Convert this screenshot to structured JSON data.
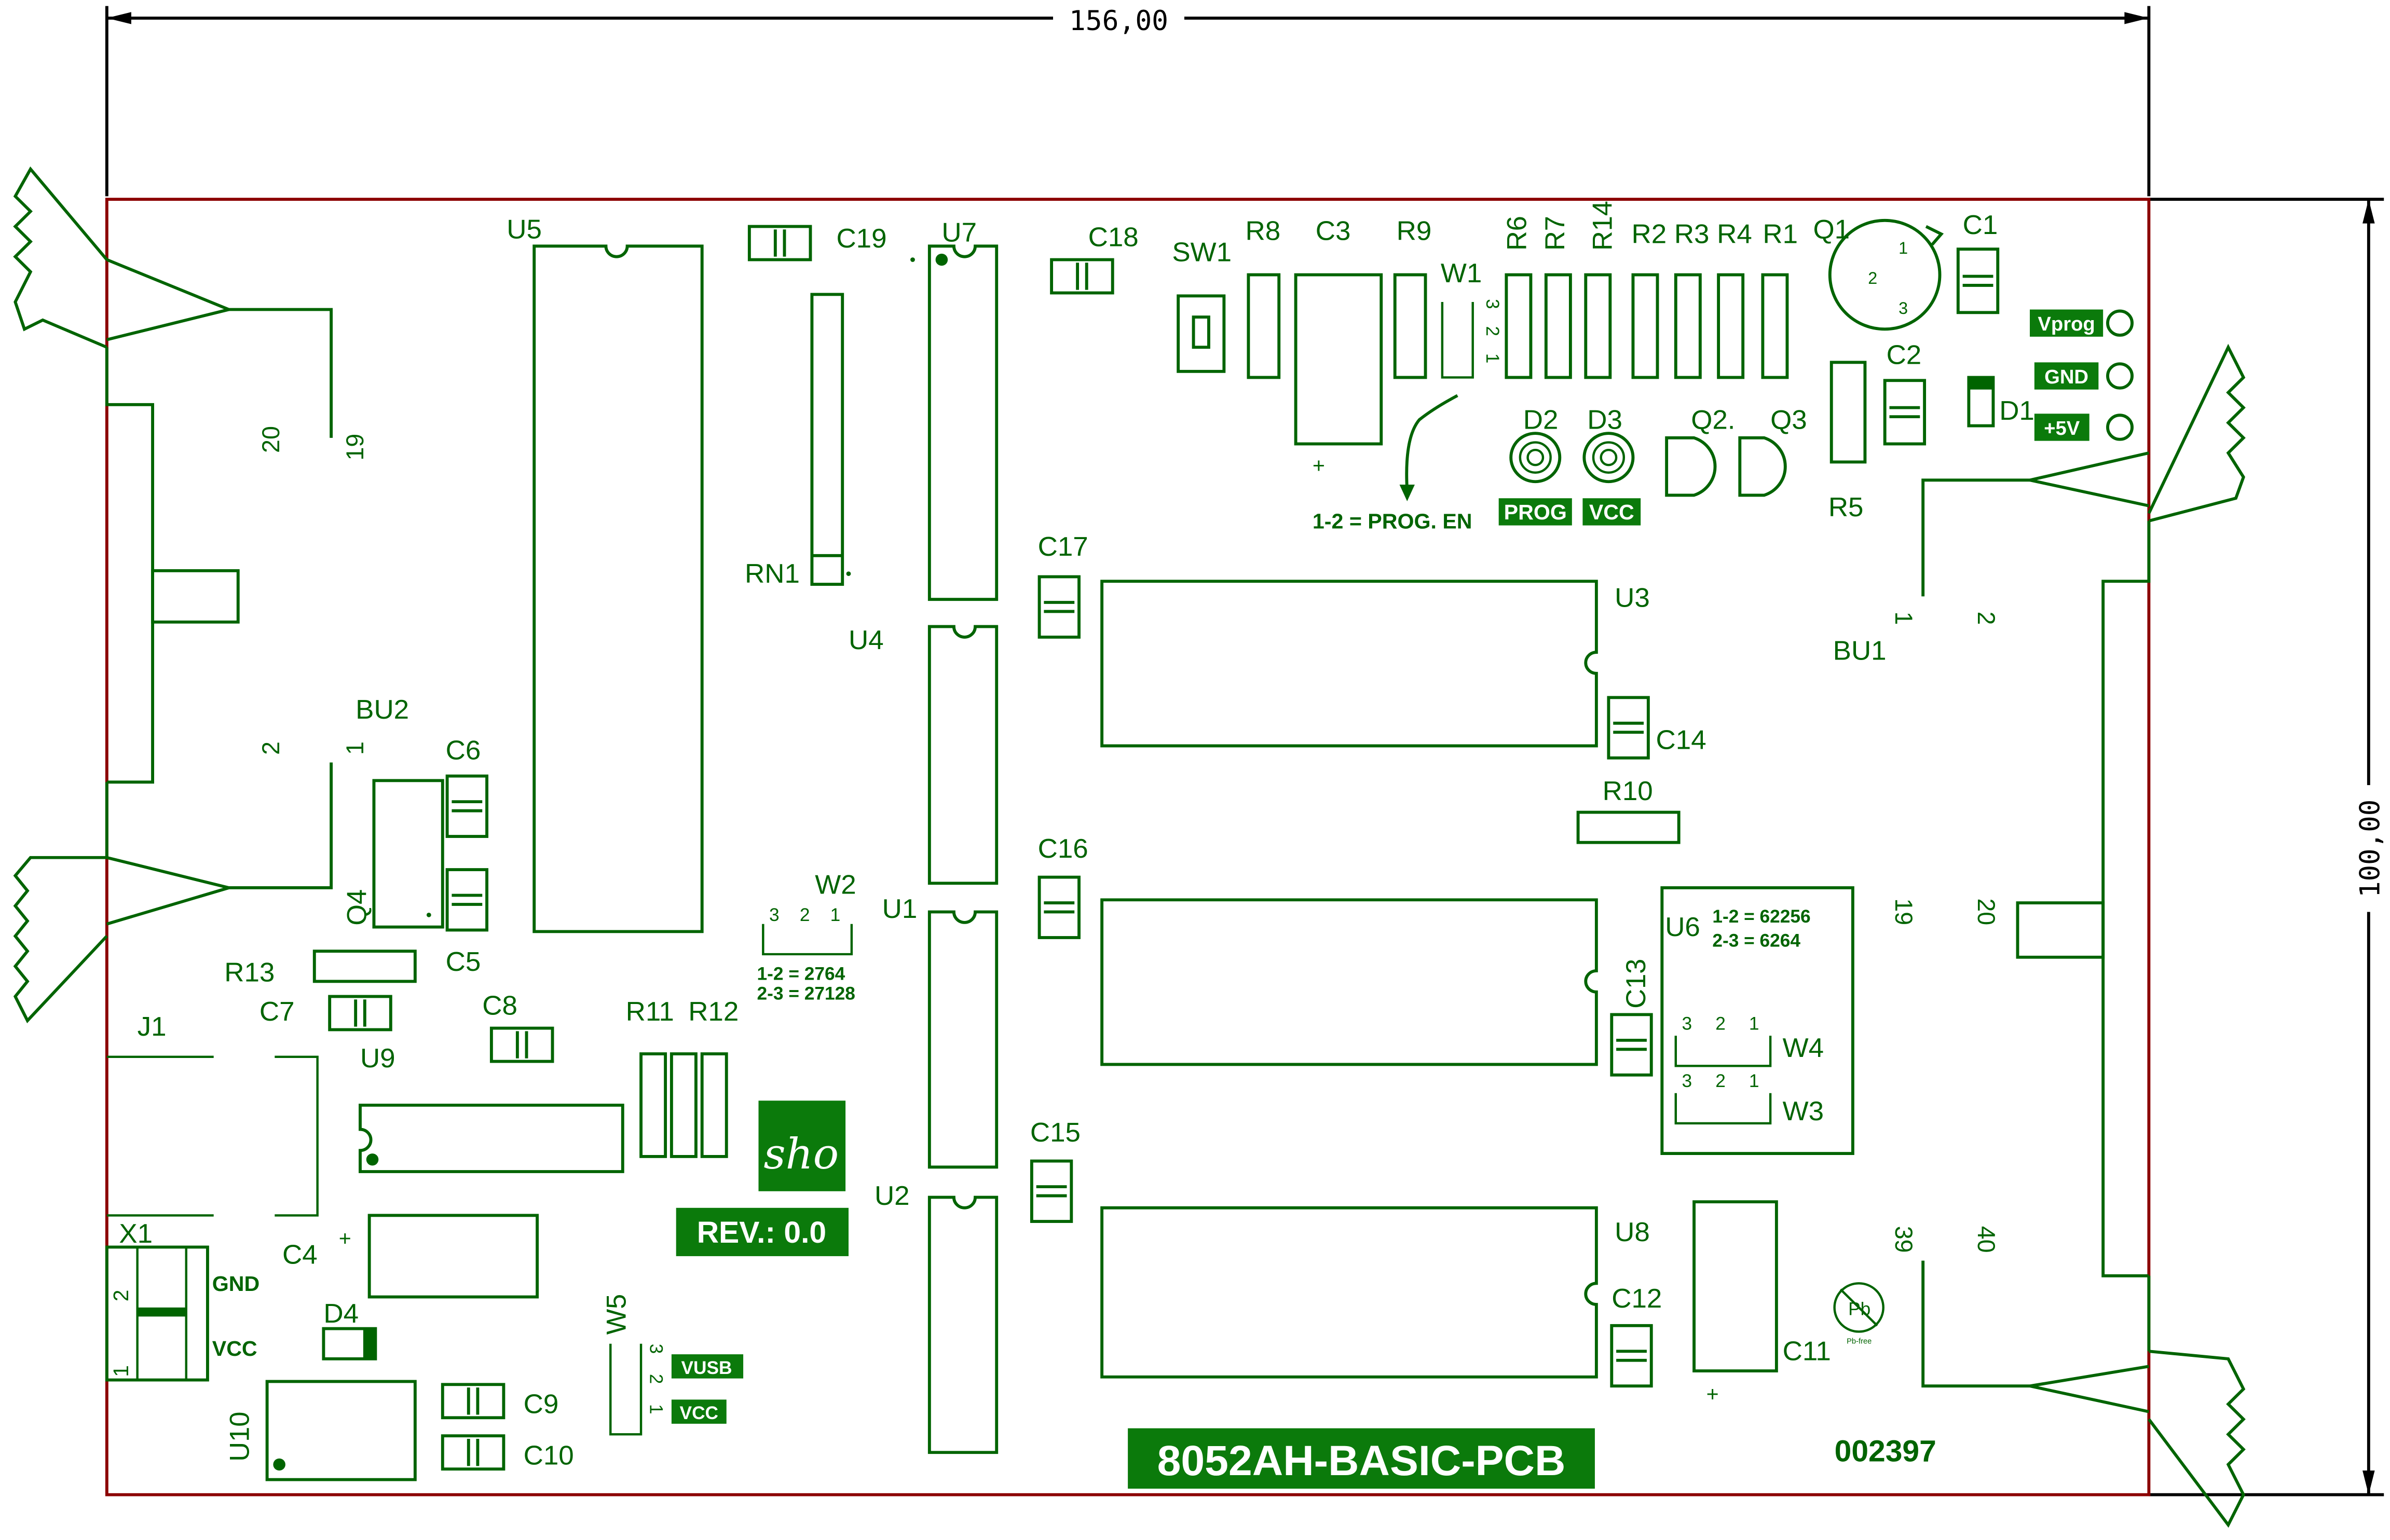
{
  "dimensions": {
    "width_label": "156,00",
    "height_label": "100,00"
  },
  "colors": {
    "silkscreen": "#006400",
    "outline": "#8b0000",
    "dimension": "#000000",
    "tag_fill": "#0b7a0b"
  },
  "board": {
    "title": "8052AH-BASIC-PCB",
    "serial": "002397",
    "revision": "REV.: 0.0",
    "logo_text": "sho",
    "pbfree_text": "Pb-free"
  },
  "components": {
    "U5": "U5",
    "U7": "U7",
    "U4": "U4",
    "U1": "U1",
    "U2": "U2",
    "U3": "U3",
    "U6": "U6",
    "U8": "U8",
    "U9": "U9",
    "U10": "U10",
    "C1": "C1",
    "C2": "C2",
    "C3": "C3",
    "C4": "C4",
    "C5": "C5",
    "C6": "C6",
    "C7": "C7",
    "C8": "C8",
    "C9": "C9",
    "C10": "C10",
    "C11": "C11",
    "C12": "C12",
    "C13": "C13",
    "C14": "C14",
    "C15": "C15",
    "C16": "C16",
    "C17": "C17",
    "C18": "C18",
    "C19": "C19",
    "R1": "R1",
    "R2": "R2",
    "R3": "R3",
    "R4": "R4",
    "R5": "R5",
    "R6": "R6",
    "R7": "R7",
    "R8": "R8",
    "R9": "R9",
    "R10": "R10",
    "R11": "R11",
    "R12": "R12",
    "R13": "R13",
    "R14": "R14",
    "Q1": "Q1",
    "Q2": "Q2.",
    "Q3": "Q3",
    "Q4": "Q4",
    "D1": "D1",
    "D2": "D2",
    "D3": "D3",
    "D4": "D4",
    "SW1": "SW1",
    "RN1": "RN1",
    "BU1": "BU1",
    "BU2": "BU2",
    "J1": "J1",
    "X1": "X1",
    "W1": "W1",
    "W2": "W2",
    "W3": "W3",
    "W4": "W4",
    "W5": "W5"
  },
  "pins": {
    "bu2_top_left": "20",
    "bu2_top_right": "19",
    "bu2_bot_left": "2",
    "bu2_bot_right": "1",
    "bu1_top_left": "1",
    "bu1_top_right": "2",
    "bu1_mid_left": "19",
    "bu1_mid_right": "20",
    "bu1_bot_left": "39",
    "bu1_bot_right": "40",
    "q1_1": "1",
    "q1_2": "2",
    "q1_3": "3",
    "x1_pin2": "2",
    "x1_pin1": "1"
  },
  "notes": {
    "w1": "1-2 = PROG. EN",
    "w2_line1": "1-2 = 2764",
    "w2_line2": "2-3 = 27128",
    "u6_line1": "1-2 = 62256",
    "u6_line2": "2-3 = 6264",
    "x1_gnd": "GND",
    "x1_vcc": "VCC"
  },
  "tags": {
    "vprog": "Vprog",
    "gnd": "GND",
    "plus5v": "+5V",
    "prog": "PROG",
    "vcc": "VCC",
    "vusb": "VUSB",
    "vcc_w5": "VCC"
  }
}
